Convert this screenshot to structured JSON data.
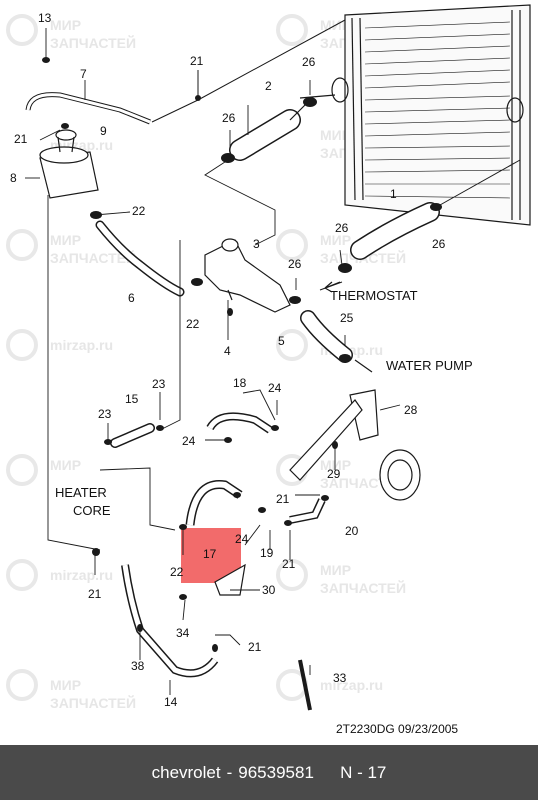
{
  "colors": {
    "line": "#1a1a1a",
    "highlight": "#f26b6b",
    "footer_bg": "#4a4a4a",
    "watermark": "#e6e6e6"
  },
  "watermark": {
    "line1": "МИР",
    "line2": "ЗАПЧАСТЕЙ",
    "domain": "mirzap.ru"
  },
  "diagram": {
    "callouts": [
      "13",
      "7",
      "21",
      "9",
      "8",
      "21",
      "2",
      "26",
      "26",
      "1",
      "22",
      "26",
      "3",
      "26",
      "6",
      "22",
      "26",
      "25",
      "4",
      "5",
      "18",
      "24",
      "23",
      "28",
      "23",
      "15",
      "24",
      "29",
      "21",
      "24",
      "20",
      "19",
      "17",
      "22",
      "21",
      "21",
      "30",
      "34",
      "21",
      "38",
      "33",
      "14"
    ],
    "labels": {
      "thermostat": "THERMOSTAT",
      "water_pump": "WATER PUMP",
      "heater_core_line1": "HEATER",
      "heater_core_line2": "CORE"
    },
    "code": "2T2230DG  09/23/2005"
  },
  "footer": {
    "brand": "chevrolet",
    "sep": "-",
    "part_number": "96539581",
    "ref": "N - 17"
  }
}
